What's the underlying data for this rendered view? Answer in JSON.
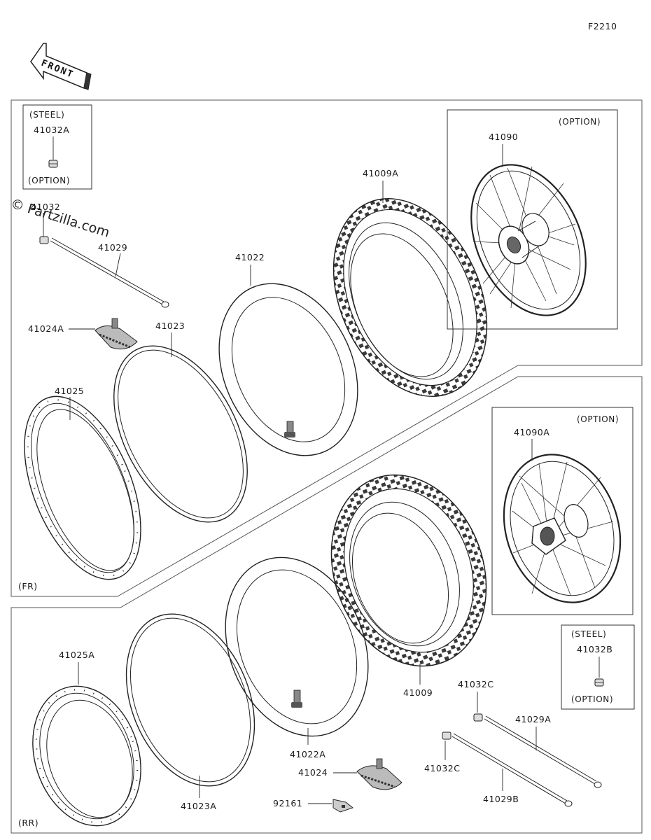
{
  "figure_code": "F2210",
  "front_indicator": "FRONT",
  "watermark": "© Partzilla.com",
  "sections": {
    "front": "(FR)",
    "rear": "(RR)"
  },
  "notes": {
    "steel_front": "(STEEL)",
    "option_front_valve": "(OPTION)",
    "option_front_wheel": "(OPTION)",
    "option_rear_wheel": "(OPTION)",
    "steel_rear": "(STEEL)",
    "option_rear_valve": "(OPTION)"
  },
  "parts": {
    "p41032A": "41032A",
    "p41032": "41032",
    "p41029": "41029",
    "p41024A": "41024A",
    "p41023": "41023",
    "p41022": "41022",
    "p41025": "41025",
    "p41009A": "41009A",
    "p41090": "41090",
    "p41090A": "41090A",
    "p41025A": "41025A",
    "p41023A": "41023A",
    "p41022A": "41022A",
    "p41024": "41024",
    "p92161": "92161",
    "p41009": "41009",
    "p41032C_top": "41032C",
    "p41032C_bottom": "41032C",
    "p41029A": "41029A",
    "p41029B": "41029B",
    "p41032B": "41032B"
  }
}
